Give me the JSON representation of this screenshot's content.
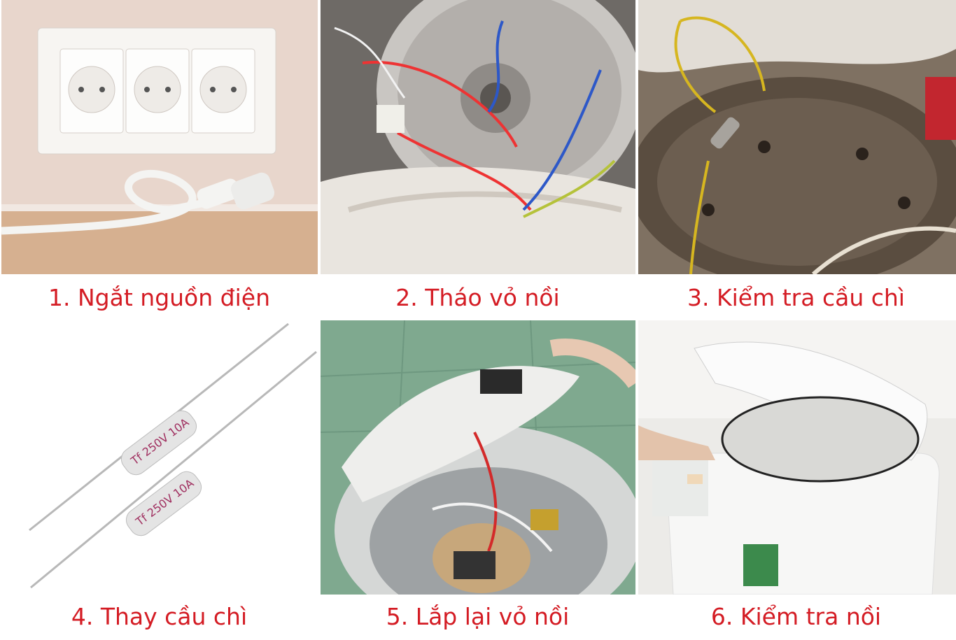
{
  "steps": [
    {
      "label": "1. Ngắt nguồn điện"
    },
    {
      "label": "2. Tháo vỏ nồi"
    },
    {
      "label": "3. Kiểm tra cầu chì"
    },
    {
      "label": "4. Thay cầu chì"
    },
    {
      "label": "5. Lắp lại vỏ nồi"
    },
    {
      "label": "6. Kiểm tra nồi"
    }
  ],
  "fuse_marking": {
    "line1": "Tf",
    "line2": "250V 10A"
  },
  "colors": {
    "caption": "#d41c24"
  }
}
